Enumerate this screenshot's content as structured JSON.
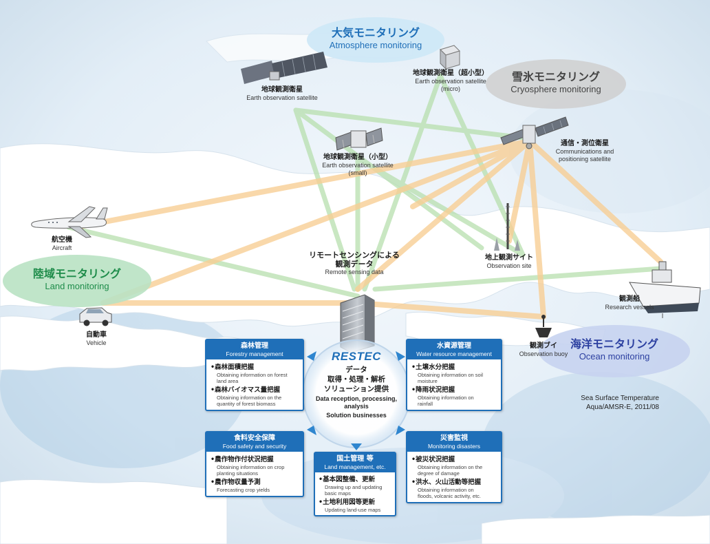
{
  "categories": {
    "atmosphere": {
      "jp": "大気モニタリング",
      "en": "Atmosphere monitoring",
      "color": "#1f6fb8",
      "bg": "#cfe8f7"
    },
    "cryosphere": {
      "jp": "雪氷モニタリング",
      "en": "Cryosphere monitoring",
      "color": "#444444",
      "bg": "#d6d6d6"
    },
    "land": {
      "jp": "陸域モニタリング",
      "en": "Land monitoring",
      "color": "#1e8c4a",
      "bg": "#b9e2c3"
    },
    "ocean": {
      "jp": "海洋モニタリング",
      "en": "Ocean monitoring",
      "color": "#2b3fa0",
      "bg": "#c7d3ef"
    }
  },
  "platforms": {
    "eo_satellite": {
      "jp": "地球観測衛星",
      "en": "Earth observation satellite"
    },
    "eo_satellite_micro": {
      "jp": "地球観測衛星（超小型）",
      "en1": "Earth observation satellite",
      "en2": "(micro)"
    },
    "eo_satellite_small": {
      "jp": "地球観測衛星（小型）",
      "en1": "Earth observation satellite",
      "en2": "(small)"
    },
    "comm_satellite": {
      "jp": "通信・測位衛星",
      "en1": "Communications and",
      "en2": "positioning satellite"
    },
    "aircraft": {
      "jp": "航空機",
      "en": "Aircraft"
    },
    "vehicle": {
      "jp": "自動車",
      "en": "Vehicle"
    },
    "observation_site": {
      "jp": "地上観測サイト",
      "en": "Observation site"
    },
    "research_vessels": {
      "jp": "観測船",
      "en": "Research vessels"
    },
    "observation_buoy": {
      "jp": "観測ブイ",
      "en": "Observation buoy"
    }
  },
  "remote_sensing": {
    "jp1": "リモートセンシングによる",
    "jp2": "観測データ",
    "en": "Remote sensing data"
  },
  "hub": {
    "brand": "RESTEC",
    "jp1": "データ",
    "jp2": "取得・処理・解析",
    "jp3": "ソリューション提供",
    "en1": "Data reception, processing,",
    "en2": "analysis",
    "en3": "Solution businesses"
  },
  "boxes": {
    "forestry": {
      "title_jp": "森林管理",
      "title_en": "Forestry management",
      "items": [
        {
          "jp": "森林面積把握",
          "en1": "Obtaining information on forest",
          "en2": "land area"
        },
        {
          "jp": "森林バイオマス量把握",
          "en1": "Obtaining information on the",
          "en2": "quantity of forest biomass"
        }
      ]
    },
    "water": {
      "title_jp": "水資源管理",
      "title_en": "Water resource management",
      "items": [
        {
          "jp": "土壌水分把握",
          "en1": "Obtaining information on soil",
          "en2": "moisture"
        },
        {
          "jp": "降雨状況把握",
          "en1": "Obtaining information on",
          "en2": "rainfall"
        }
      ]
    },
    "food": {
      "title_jp": "食料安全保障",
      "title_en": "Food safety and security",
      "items": [
        {
          "jp": "農作物作付状況把握",
          "en1": "Obtaining information on crop",
          "en2": "planting situations"
        },
        {
          "jp": "農作物収量予測",
          "en1": "Forecasting crop yields",
          "en2": ""
        }
      ]
    },
    "land_mgmt": {
      "title_jp": "国土管理 等",
      "title_en": "Land management, etc.",
      "items": [
        {
          "jp": "基本図整備、更新",
          "en1": "Drawing up and updating",
          "en2": "basic maps"
        },
        {
          "jp": "土地利用図等更新",
          "en1": "Updating land-use maps",
          "en2": ""
        }
      ]
    },
    "disasters": {
      "title_jp": "災害監視",
      "title_en": "Monitoring disasters",
      "items": [
        {
          "jp": "被災状況把握",
          "en1": "Obtaining information on the",
          "en2": "degree of damage"
        },
        {
          "jp": "洪水、火山活動等把握",
          "en1": "Obtaining information on",
          "en2": "floods, volcanic activity, etc."
        }
      ]
    }
  },
  "caption": {
    "line1": "Sea Surface Temperature",
    "line2": "Aqua/AMSR-E, 2011/08"
  },
  "colors": {
    "sea": "#eef5fb",
    "land": "#ffffff",
    "ray_orange": "#f7c98a",
    "ray_green": "#a9d8a0",
    "box_blue": "#1f6fb8"
  }
}
